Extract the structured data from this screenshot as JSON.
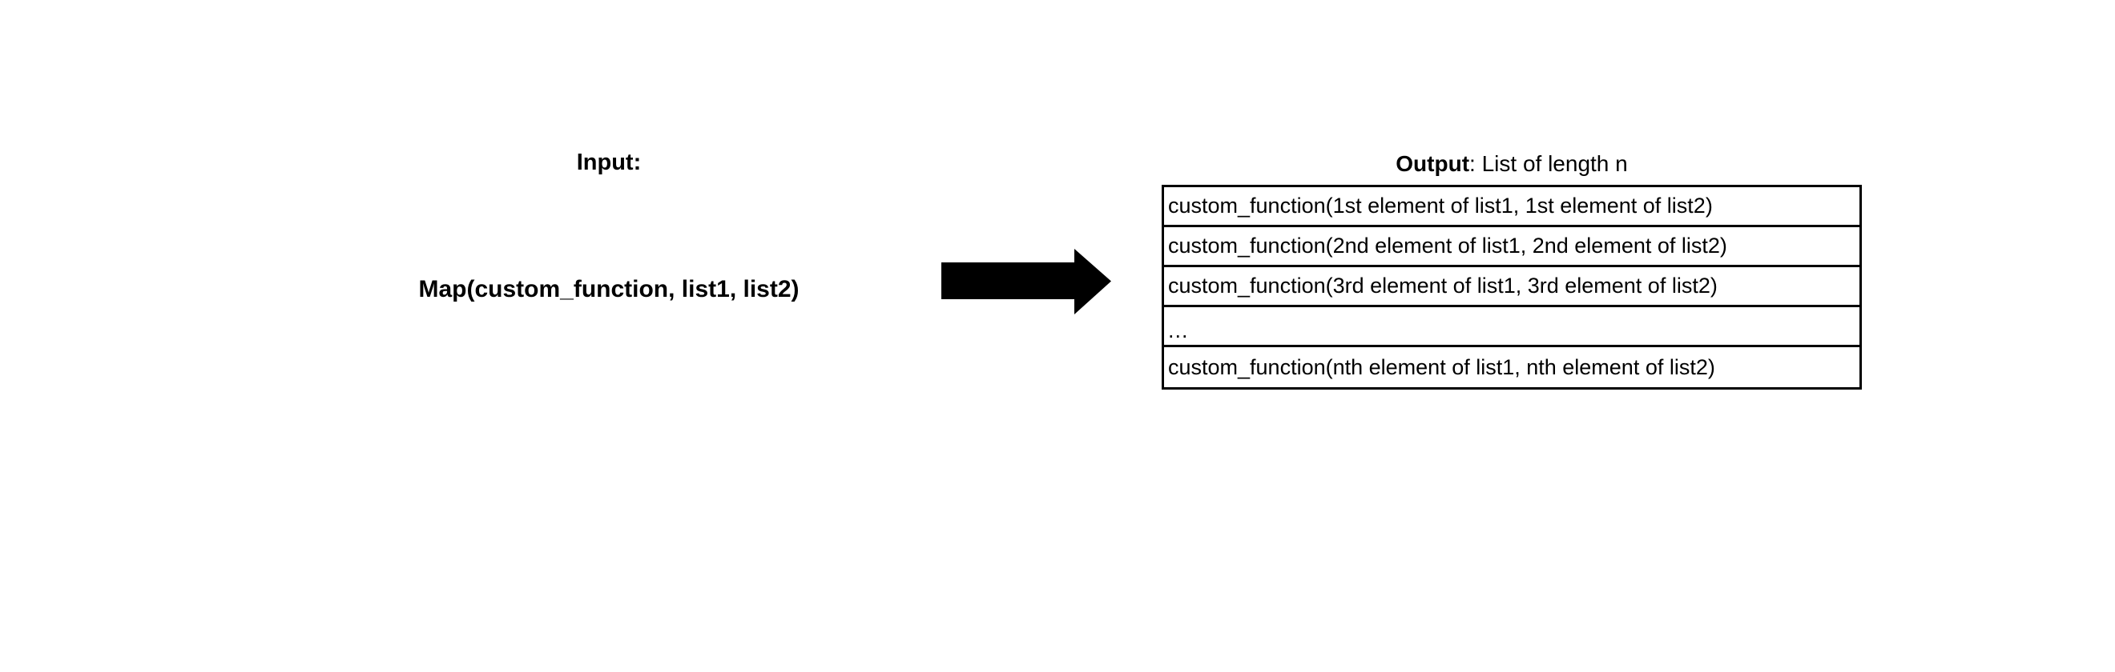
{
  "diagram": {
    "input": {
      "label": "Input:",
      "expression": "Map(custom_function, list1, list2)"
    },
    "arrow": {
      "icon": "right-arrow-icon",
      "color": "#000000"
    },
    "output": {
      "header_strong": "Output",
      "header_rest": ": List of length n",
      "rows": [
        {
          "text": "custom_function(1st element of list1, 1st element of list2)"
        },
        {
          "text": "custom_function(2nd element of list1, 2nd element of list2)"
        },
        {
          "text": "custom_function(3rd element of list1, 3rd element of list2)"
        },
        {
          "text": "..."
        },
        {
          "text": "custom_function(nth element of list1, nth element of list2)"
        }
      ]
    }
  },
  "colors": {
    "background": "#ffffff",
    "foreground": "#000000",
    "border": "#000000"
  }
}
